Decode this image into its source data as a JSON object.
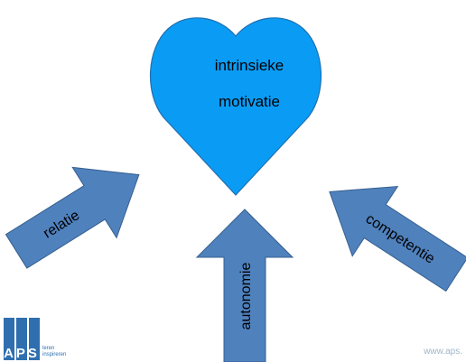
{
  "colors": {
    "heart_fill": "#0a9cf5",
    "arrow_fill": "#4f81bd",
    "arrow_stroke": "#355f8f",
    "logo_blue": "#2f6fb0"
  },
  "heart": {
    "line1": "intrinsieke",
    "line2": "motivatie"
  },
  "arrows": {
    "left": "relatie",
    "bottom": "autonomie",
    "right": "competentie"
  },
  "logo": {
    "letters": "APS",
    "tagline1": "leren",
    "tagline2": "inspireren"
  },
  "footer": {
    "url": "www.aps."
  }
}
